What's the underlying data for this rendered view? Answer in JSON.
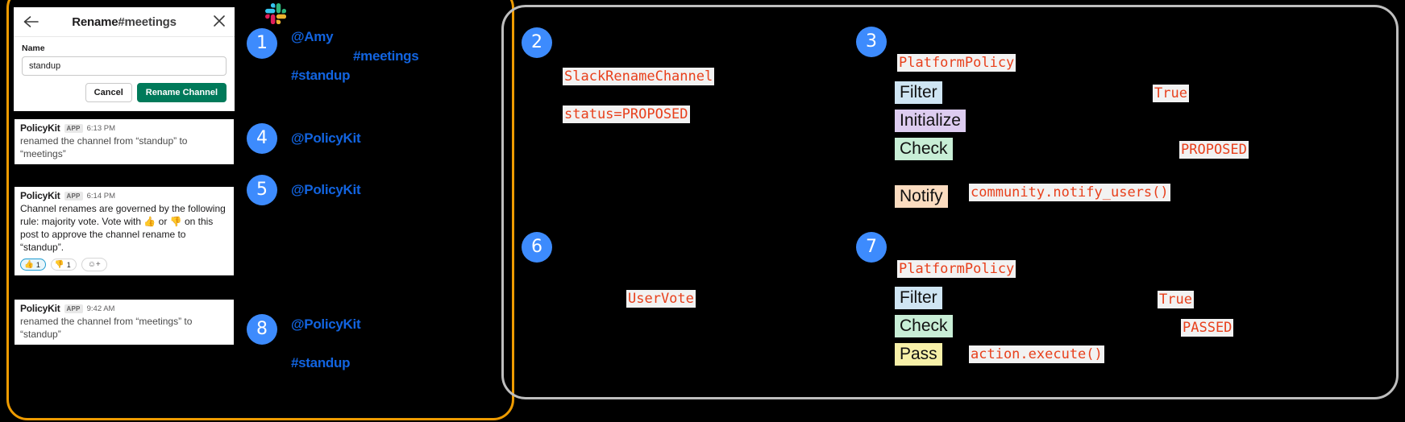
{
  "panels": {
    "left_border_color": "#EE9B00",
    "right_border_color": "#BEBEBE"
  },
  "slack_modal": {
    "back_icon": "back-arrow-icon",
    "close_icon": "close-icon",
    "title_action": "Rename",
    "title_channel": "#meetings",
    "field_label": "Name",
    "field_value": "standup",
    "cancel_label": "Cancel",
    "submit_label": "Rename Channel"
  },
  "messages": [
    {
      "author": "PolicyKit",
      "tag": "APP",
      "time": "6:13 PM",
      "text": "renamed the channel from “standup” to “meetings”"
    },
    {
      "author": "PolicyKit",
      "tag": "APP",
      "time": "6:14 PM",
      "text": "Channel renames are governed by the following rule: majority vote. Vote with 👍 or 👎 on this post to approve the channel rename to “standup”.",
      "reactions": [
        {
          "emoji": "👍",
          "count": "1",
          "active": true
        },
        {
          "emoji": "👎",
          "count": "1",
          "active": false
        }
      ],
      "add_reaction_icon": "add-reaction-icon"
    },
    {
      "author": "PolicyKit",
      "tag": "APP",
      "time": "9:42 AM",
      "text": "renamed the channel from “meetings” to “standup”"
    }
  ],
  "steps": [
    {
      "n": "1"
    },
    {
      "n": "2"
    },
    {
      "n": "3"
    },
    {
      "n": "4"
    },
    {
      "n": "5"
    },
    {
      "n": "6"
    },
    {
      "n": "7"
    },
    {
      "n": "8"
    }
  ],
  "slack_labels": {
    "amy": "@Amy",
    "meetings": "#meetings",
    "standup_top": "#standup",
    "policykit_4": "@PolicyKit",
    "policykit_5": "@PolicyKit",
    "policykit_8": "@PolicyKit",
    "standup_bottom": "#standup"
  },
  "step2": {
    "action_class": "SlackRenameChannel",
    "status": "status=PROPOSED"
  },
  "step3": {
    "policy_class": "PlatformPolicy",
    "stages": [
      {
        "label": "Filter",
        "result": "True"
      },
      {
        "label": "Initialize",
        "result": ""
      },
      {
        "label": "Check",
        "result": "PROPOSED"
      },
      {
        "label": "Notify",
        "result": ""
      }
    ],
    "notify_call": "community.notify_users()",
    "filter_result": "True",
    "check_result": "PROPOSED"
  },
  "step6": {
    "vote_class": "UserVote"
  },
  "step7": {
    "policy_class": "PlatformPolicy",
    "stages": [
      {
        "label": "Filter",
        "result": "True"
      },
      {
        "label": "Check",
        "result": "PASSED"
      },
      {
        "label": "Pass",
        "result": ""
      }
    ],
    "pass_call": "action.execute()",
    "filter_result": "True",
    "check_result": "PASSED"
  },
  "icons": {
    "slack_logo": "slack-logo-icon"
  }
}
